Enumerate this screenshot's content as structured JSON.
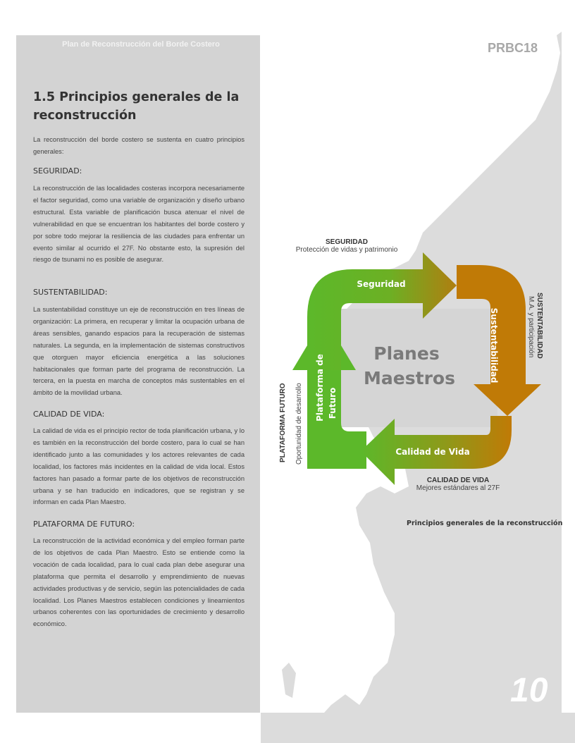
{
  "header": {
    "title": "Plan de Reconstrucción del Borde Costero",
    "code": "PRBC18"
  },
  "section": {
    "title": "1.5 Principios generales de la reconstrucción",
    "intro": "La reconstrucción del borde costero se sustenta en cuatro principios generales:",
    "principles": [
      {
        "heading": "SEGURIDAD:",
        "text": "La reconstrucción de las localidades costeras incorpora necesariamente el factor seguridad, como una variable de organización y diseño urbano estructural. Esta variable de planificación busca atenuar el nivel de vulnerabilidad en que se encuentran los habitantes del borde costero y por sobre todo mejorar la resiliencia de las ciudades para enfrentar un evento similar al ocurrido el 27F. No obstante esto, la supresión del riesgo de tsunami no es posible de asegurar."
      },
      {
        "heading": "SUSTENTABILIDAD:",
        "text": "La sustentabilidad constituye un eje de reconstrucción en tres líneas de organización: La primera, en recuperar y limitar la ocupación urbana de áreas sensibles, ganando espacios para la recuperación de sistemas naturales. La segunda, en la implementación de sistemas constructivos que otorguen mayor eficiencia energética a las soluciones habitacionales que forman parte del programa de reconstrucción. La tercera, en la puesta en marcha de conceptos más sustentables en el ámbito de la movilidad urbana."
      },
      {
        "heading": "CALIDAD DE VIDA:",
        "text": "La calidad de vida es el principio rector de toda planificación urbana, y lo es también en la reconstrucción del borde costero, para lo cual se han identificado junto a las comunidades y los actores relevantes de cada localidad, los factores más incidentes en la calidad de vida local. Estos factores han pasado a formar parte de los objetivos de reconstrucción urbana y se han traducido en indicadores, que se registran y se informan en cada Plan Maestro."
      },
      {
        "heading": "PLATAFORMA DE FUTURO:",
        "text": "La reconstrucción de la actividad económica y del empleo forman parte de los objetivos de cada Plan Maestro. Esto se entiende como la vocación de cada localidad, para lo cual cada plan debe asegurar una plataforma que permita el desarrollo y emprendimiento de nuevas actividades productivas y de servicio, según las potencialidades de cada localidad. Los Planes Maestros establecen condiciones y lineamientos urbanos coherentes con las oportunidades de crecimiento y desarrollo económico."
      }
    ]
  },
  "diagram": {
    "center_line1": "Planes",
    "center_line2": "Maestros",
    "arrows": {
      "top": "Seguridad",
      "right": "Sustentabilidad",
      "bottom": "Calidad de Vida",
      "left_line1": "Plataforma de",
      "left_line2": "Futuro"
    },
    "labels": {
      "seguridad_title": "SEGURIDAD",
      "seguridad_sub": "Protección de vidas y patrimonio",
      "sustentabilidad_title": "SUSTENTABILIDAD",
      "sustentabilidad_sub": "M.A. y participación",
      "calidad_title": "CALIDAD DE VIDA",
      "calidad_sub": "Mejores estándares al 27F",
      "plataforma_title": "PLATAFORMA FUTURO",
      "plataforma_sub": "Oportunidad de desarrollo"
    },
    "caption": "Principios generales de la reconstrucción",
    "colors": {
      "green": "#5cb82a",
      "orange": "#c07a06",
      "center": "#d5d5d5"
    }
  },
  "page": {
    "number": "10"
  }
}
